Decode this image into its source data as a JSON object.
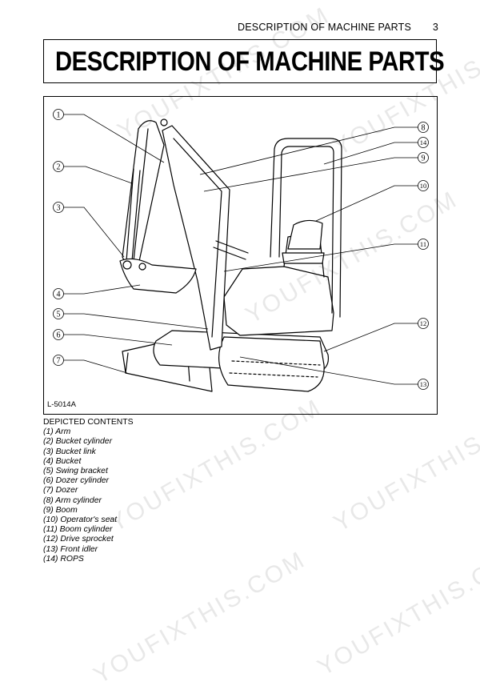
{
  "header": {
    "running_title": "DESCRIPTION OF MACHINE PARTS",
    "page_number": "3"
  },
  "title": "DESCRIPTION OF MACHINE PARTS",
  "figure": {
    "id": "L-5014A",
    "callouts": [
      "1",
      "2",
      "3",
      "4",
      "5",
      "6",
      "7",
      "8",
      "9",
      "10",
      "11",
      "12",
      "13",
      "14"
    ]
  },
  "contents": {
    "heading": "DEPICTED CONTENTS",
    "items": [
      "(1) Arm",
      "(2) Bucket cylinder",
      "(3) Bucket link",
      "(4) Bucket",
      "(5) Swing bracket",
      "(6) Dozer cylinder",
      "(7) Dozer",
      "(8) Arm cylinder",
      "(9) Boom",
      "(10) Operator's seat",
      "(11) Boom cylinder",
      "(12) Drive sprocket",
      "(13) Front idler",
      "(14) ROPS"
    ]
  },
  "watermark": {
    "text": "YOUFIXTHIS.COM",
    "alt_text": "YOUFIXTHIS"
  }
}
